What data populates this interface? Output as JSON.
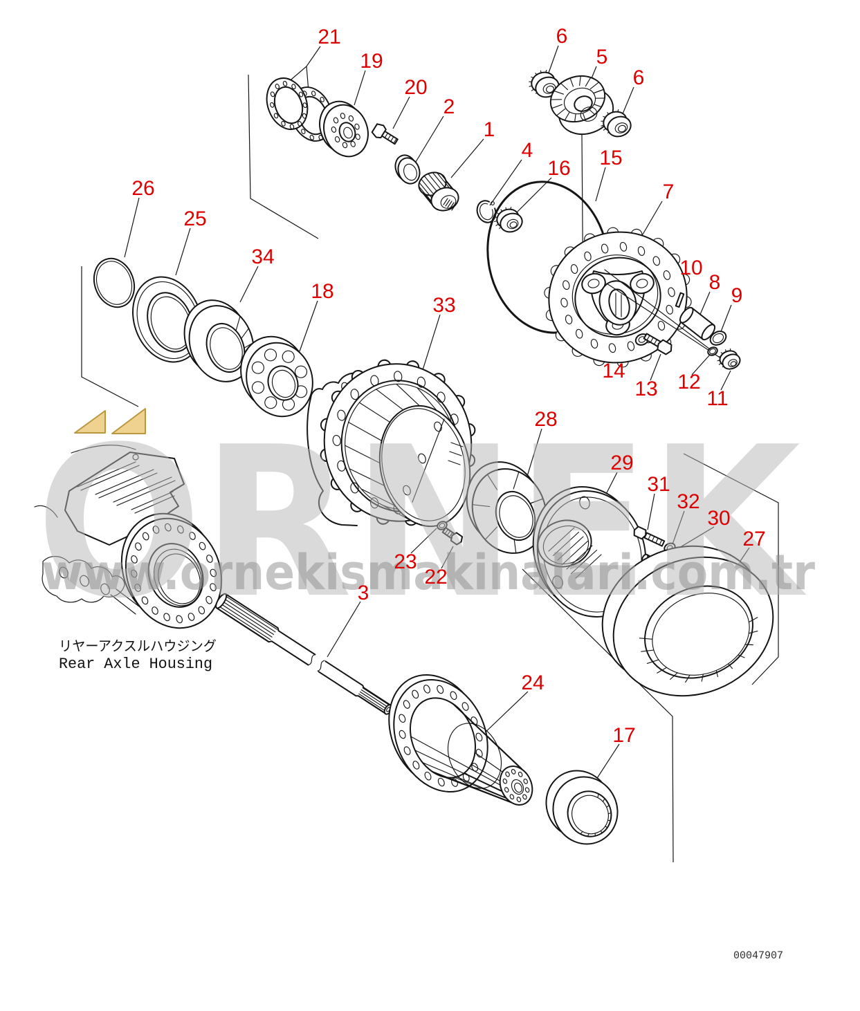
{
  "diagram": {
    "drawing_number": "00047907",
    "caption": {
      "jp": "リヤーアクスルハウジング",
      "en": "Rear Axle Housing"
    },
    "style": {
      "callout_color": "#dd0000",
      "line_color": "#151515",
      "background": "#ffffff"
    },
    "callouts": [
      {
        "label": "21"
      },
      {
        "label": "19"
      },
      {
        "label": "20"
      },
      {
        "label": "2"
      },
      {
        "label": "6"
      },
      {
        "label": "5"
      },
      {
        "label": "6"
      },
      {
        "label": "1"
      },
      {
        "label": "4"
      },
      {
        "label": "16"
      },
      {
        "label": "15"
      },
      {
        "label": "7"
      },
      {
        "label": "10"
      },
      {
        "label": "8"
      },
      {
        "label": "9"
      },
      {
        "label": "14"
      },
      {
        "label": "13"
      },
      {
        "label": "12"
      },
      {
        "label": "11"
      },
      {
        "label": "26"
      },
      {
        "label": "25"
      },
      {
        "label": "34"
      },
      {
        "label": "18"
      },
      {
        "label": "33"
      },
      {
        "label": "28"
      },
      {
        "label": "29"
      },
      {
        "label": "31"
      },
      {
        "label": "32"
      },
      {
        "label": "30"
      },
      {
        "label": "27"
      },
      {
        "label": "23"
      },
      {
        "label": "22"
      },
      {
        "label": "3"
      },
      {
        "label": "24"
      },
      {
        "label": "17"
      }
    ]
  },
  "watermark": {
    "brand": "ÖRNEK",
    "brand_display": "ORNEK",
    "url": "www.ornekismakinalari.com.tr",
    "brand_color": "#dcdcdc",
    "url_color": "#c6c6c6",
    "accent_color": "#eac36a"
  }
}
